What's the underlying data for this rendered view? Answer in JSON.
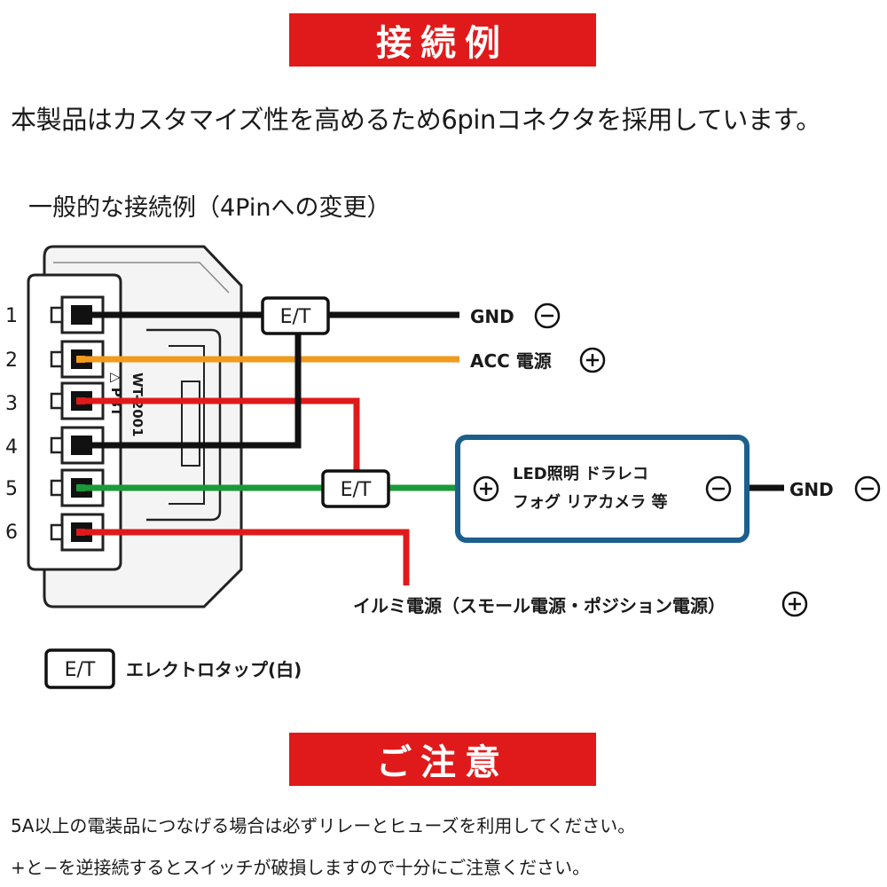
{
  "title": "接続例",
  "intro": "本製品はカスタマイズ性を高めるため6pinコネクタを採用しています。",
  "subtitle": "一般的な接続例（4Pinへの変更）",
  "pins": [
    "1",
    "2",
    "3",
    "4",
    "5",
    "6"
  ],
  "connector_marking": [
    "△ PBT",
    "WT-2001"
  ],
  "et_label": "E/T",
  "wire_colors": {
    "black": "#111111",
    "orange": "#f29a1c",
    "red": "#e01a1a",
    "green": "#1a9a3a",
    "device_border": "#1c5f8c"
  },
  "labels": {
    "gnd_1": "GND",
    "acc": "ACC 電源",
    "device_line1": "LED照明 ドラレコ",
    "device_line2": "フォグ リアカメラ 等",
    "gnd_2": "GND",
    "illumi": "イルミ電源（スモール電源・ポジション電源）"
  },
  "legend": {
    "box": "E/T",
    "text": "エレクトロタップ(白)"
  },
  "caution": {
    "title": "ご注意",
    "line1": "5A以上の電装品につなげる場合は必ずリレーとヒューズを利用してください。",
    "line2": "+と−を逆接続するとスイッチが破損しますので十分にご注意ください。"
  }
}
